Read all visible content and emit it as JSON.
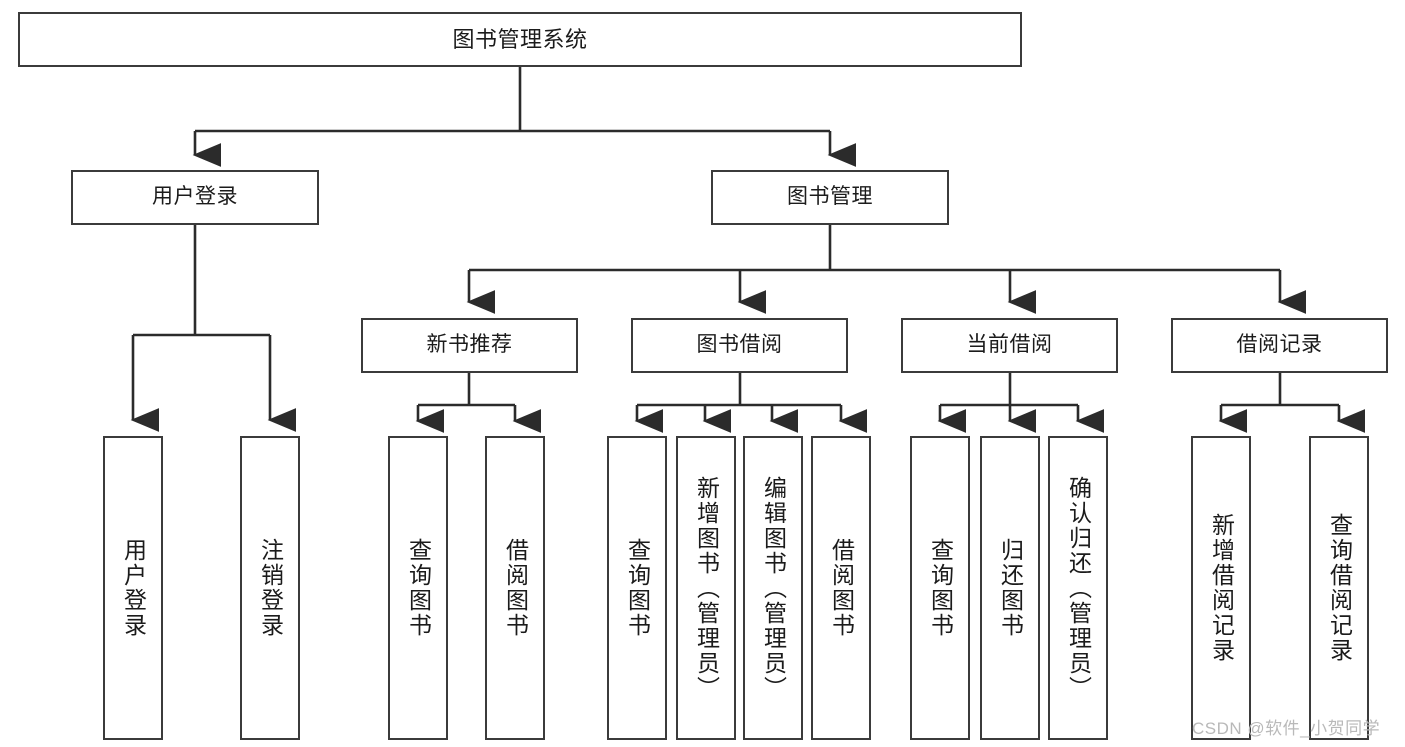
{
  "diagram": {
    "title": "图书管理系统",
    "watermark": "CSDN @软件_小贺同学",
    "colors": {
      "border": "#3b3b3b",
      "fill": "#ffffff",
      "text": "#1b1b1b",
      "connector": "#2b2b2b",
      "watermark": "#b9b9b9"
    },
    "levels": {
      "root": {
        "label": "图书管理系统"
      },
      "level2": [
        {
          "label": "用户登录"
        },
        {
          "label": "图书管理"
        }
      ],
      "level3": [
        {
          "label": "新书推荐"
        },
        {
          "label": "图书借阅"
        },
        {
          "label": "当前借阅"
        },
        {
          "label": "借阅记录"
        }
      ],
      "leaves": {
        "user_login": [
          {
            "label": "用户登录"
          },
          {
            "label": "注销登录"
          }
        ],
        "new_book": [
          {
            "label": "查询图书"
          },
          {
            "label": "借阅图书"
          }
        ],
        "borrow": [
          {
            "label": "查询图书"
          },
          {
            "label": "新增图书（管理员）"
          },
          {
            "label": "编辑图书（管理员）"
          },
          {
            "label": "借阅图书"
          }
        ],
        "current": [
          {
            "label": "查询图书"
          },
          {
            "label": "归还图书"
          },
          {
            "label": "确认归还（管理员）"
          }
        ],
        "records": [
          {
            "label": "新增借阅记录"
          },
          {
            "label": "查询借阅记录"
          }
        ]
      }
    }
  }
}
